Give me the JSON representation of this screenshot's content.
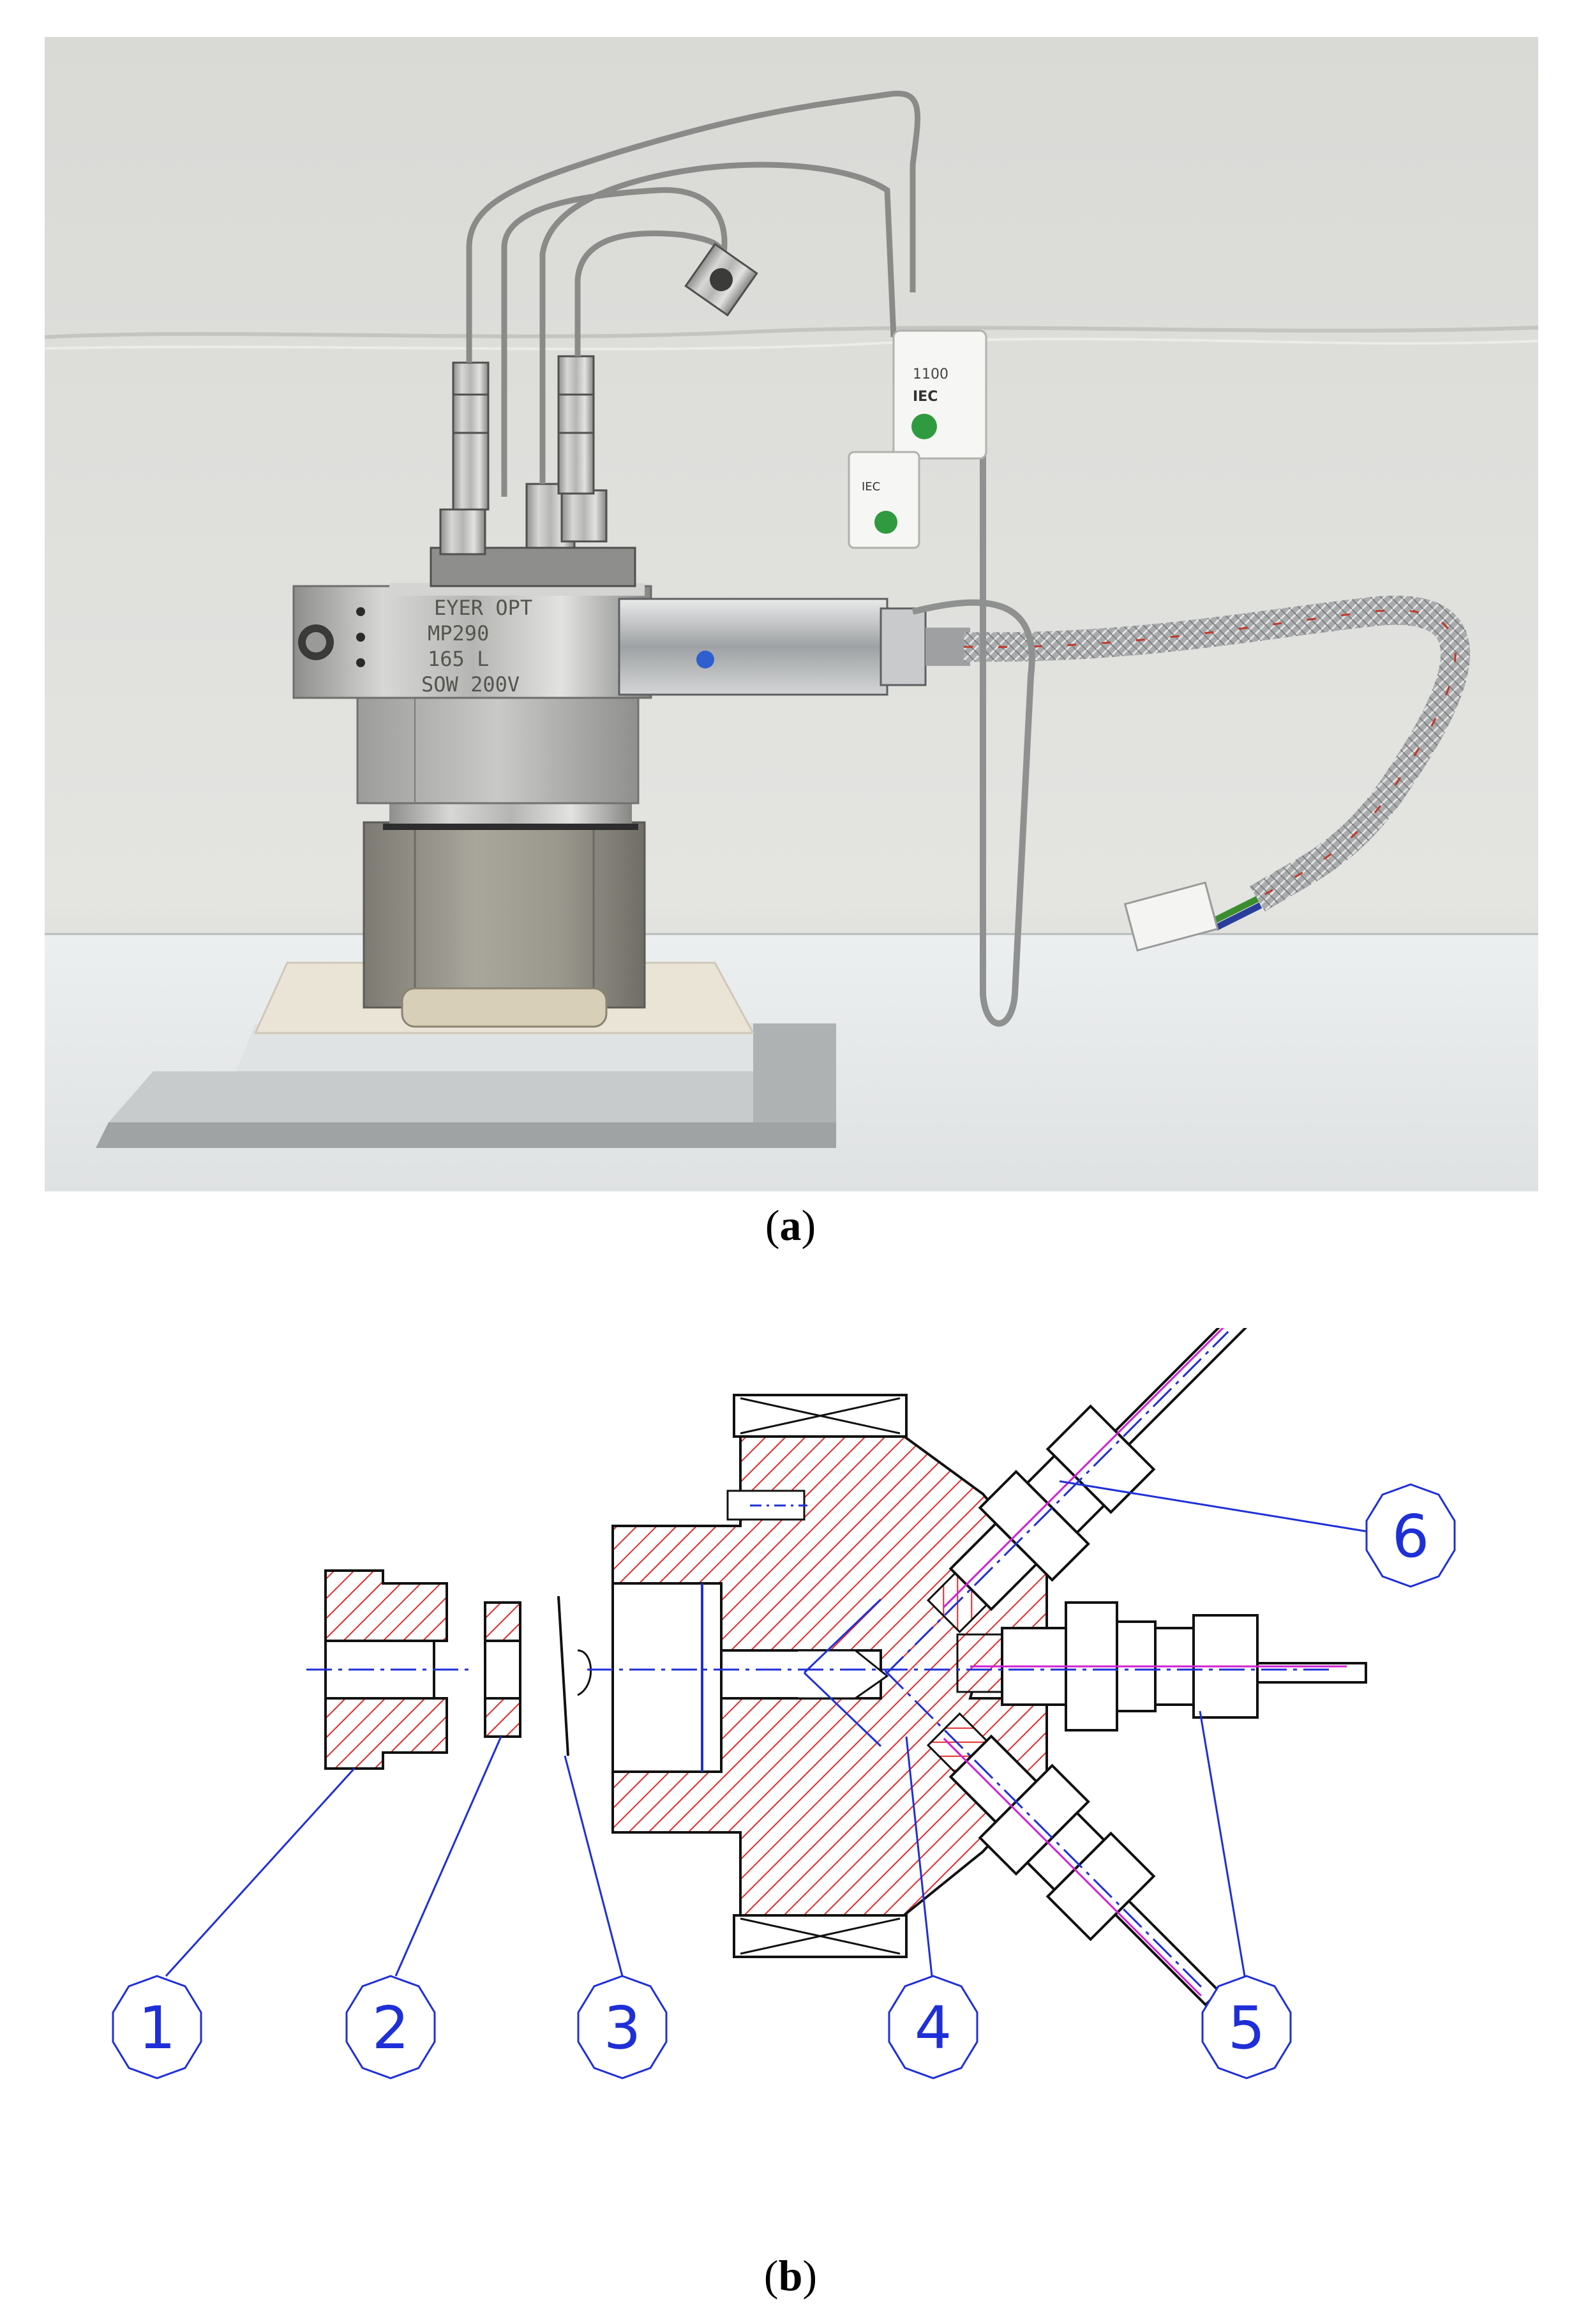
{
  "figure": {
    "panel_a": {
      "caption_open": "(",
      "caption_letter": "a",
      "caption_close": ")",
      "nameplate_lines": [
        "EYER OPT",
        "MP290",
        "165 L",
        "SOW 200V"
      ],
      "connector_label_1": "1100",
      "connector_label_2": "IEC",
      "connector_label_3": "IEC"
    },
    "panel_b": {
      "caption_open": "(",
      "caption_letter": "b",
      "caption_close": ")",
      "callouts": [
        "1",
        "2",
        "3",
        "4",
        "5",
        "6"
      ]
    }
  },
  "colors": {
    "hatch_red": "#e22a2a",
    "drawing_blue": "#1f2fd8",
    "drawing_black": "#111111",
    "accent_magenta": "#d21fd2"
  }
}
